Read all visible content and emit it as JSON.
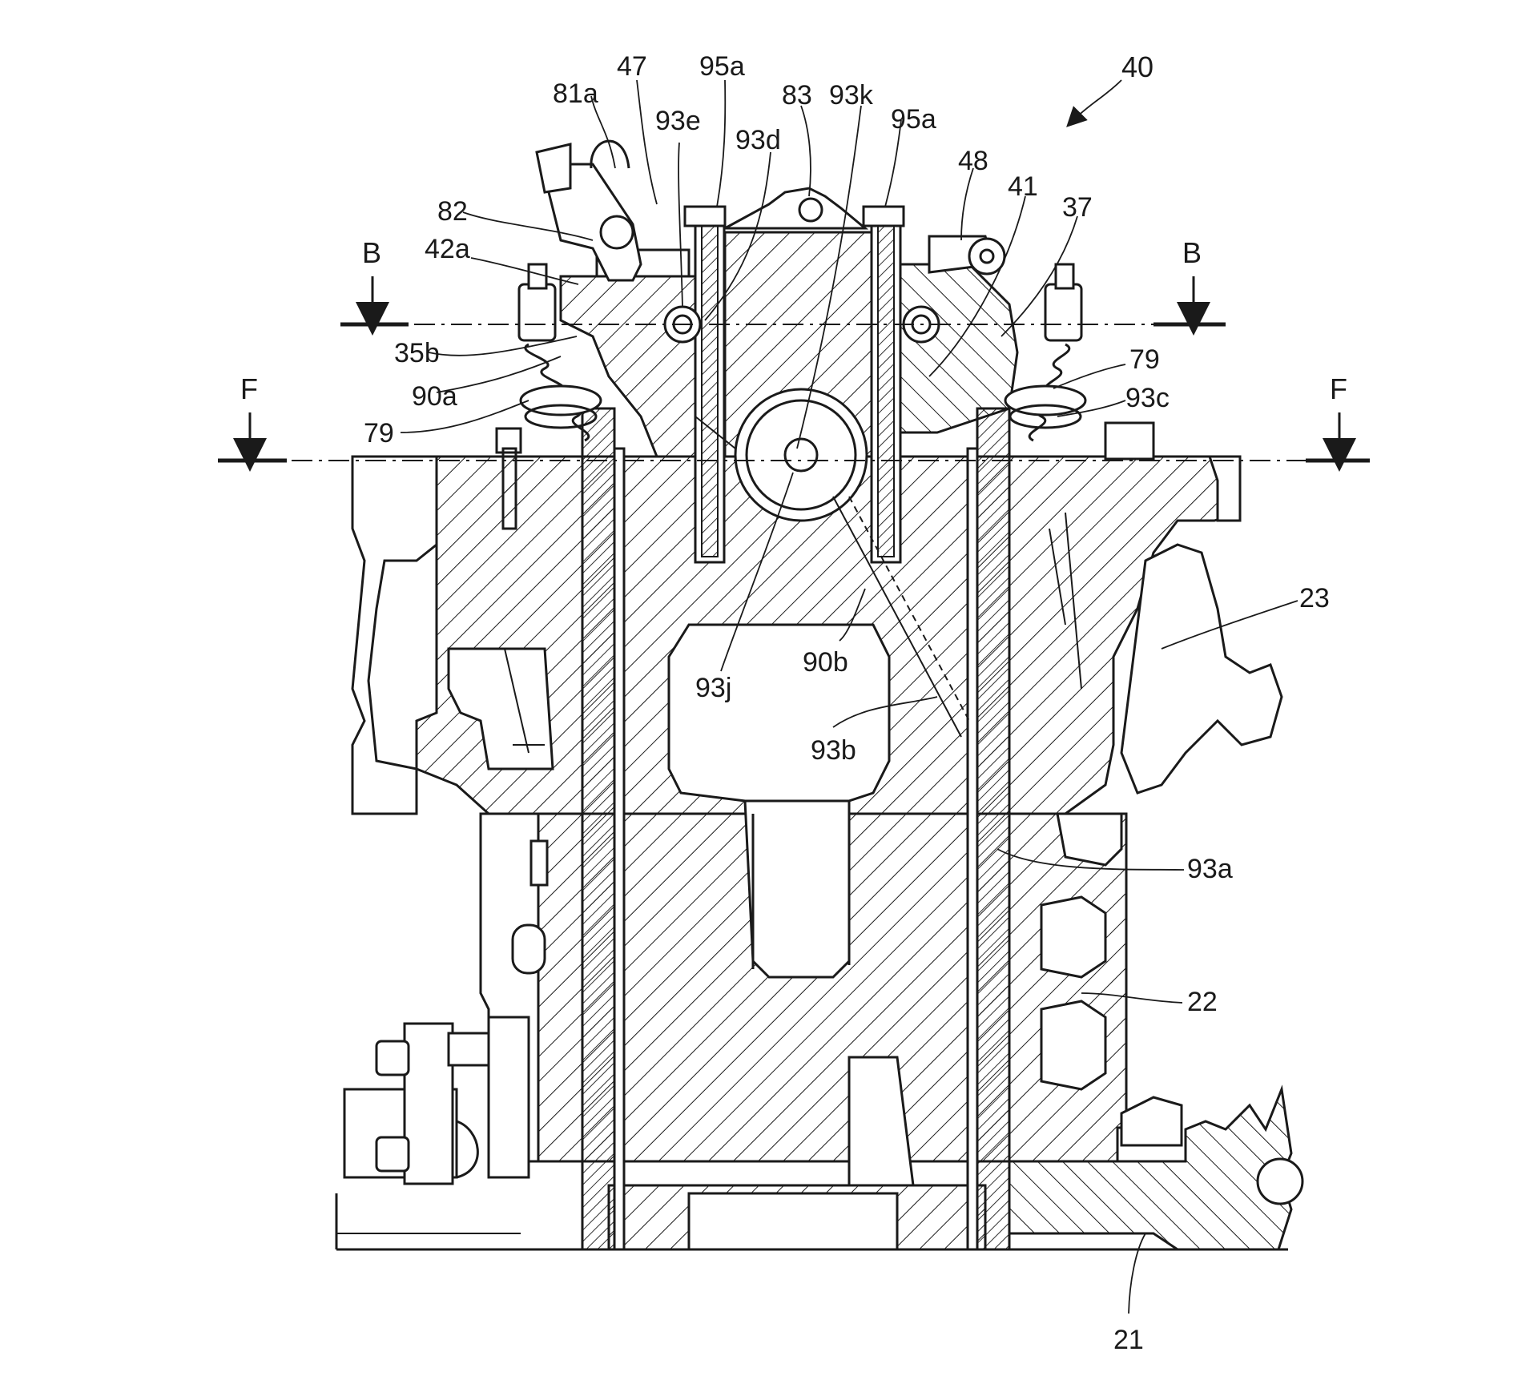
{
  "figure": {
    "assembly_ref": "40",
    "section_marks": {
      "upper": "B",
      "lower": "F"
    },
    "callouts": {
      "c81a": "81a",
      "c47": "47",
      "c95a_left": "95a",
      "c83": "83",
      "c93k": "93k",
      "c95a_right": "95a",
      "c93e": "93e",
      "c93d": "93d",
      "c48": "48",
      "c41": "41",
      "c37": "37",
      "c82": "82",
      "c42a": "42a",
      "c35b": "35b",
      "c90a": "90a",
      "c79_left": "79",
      "c79_right": "79",
      "c93c": "93c",
      "c23": "23",
      "c93j": "93j",
      "c90b": "90b",
      "c93b": "93b",
      "c93a": "93a",
      "c22": "22",
      "c21": "21"
    }
  }
}
